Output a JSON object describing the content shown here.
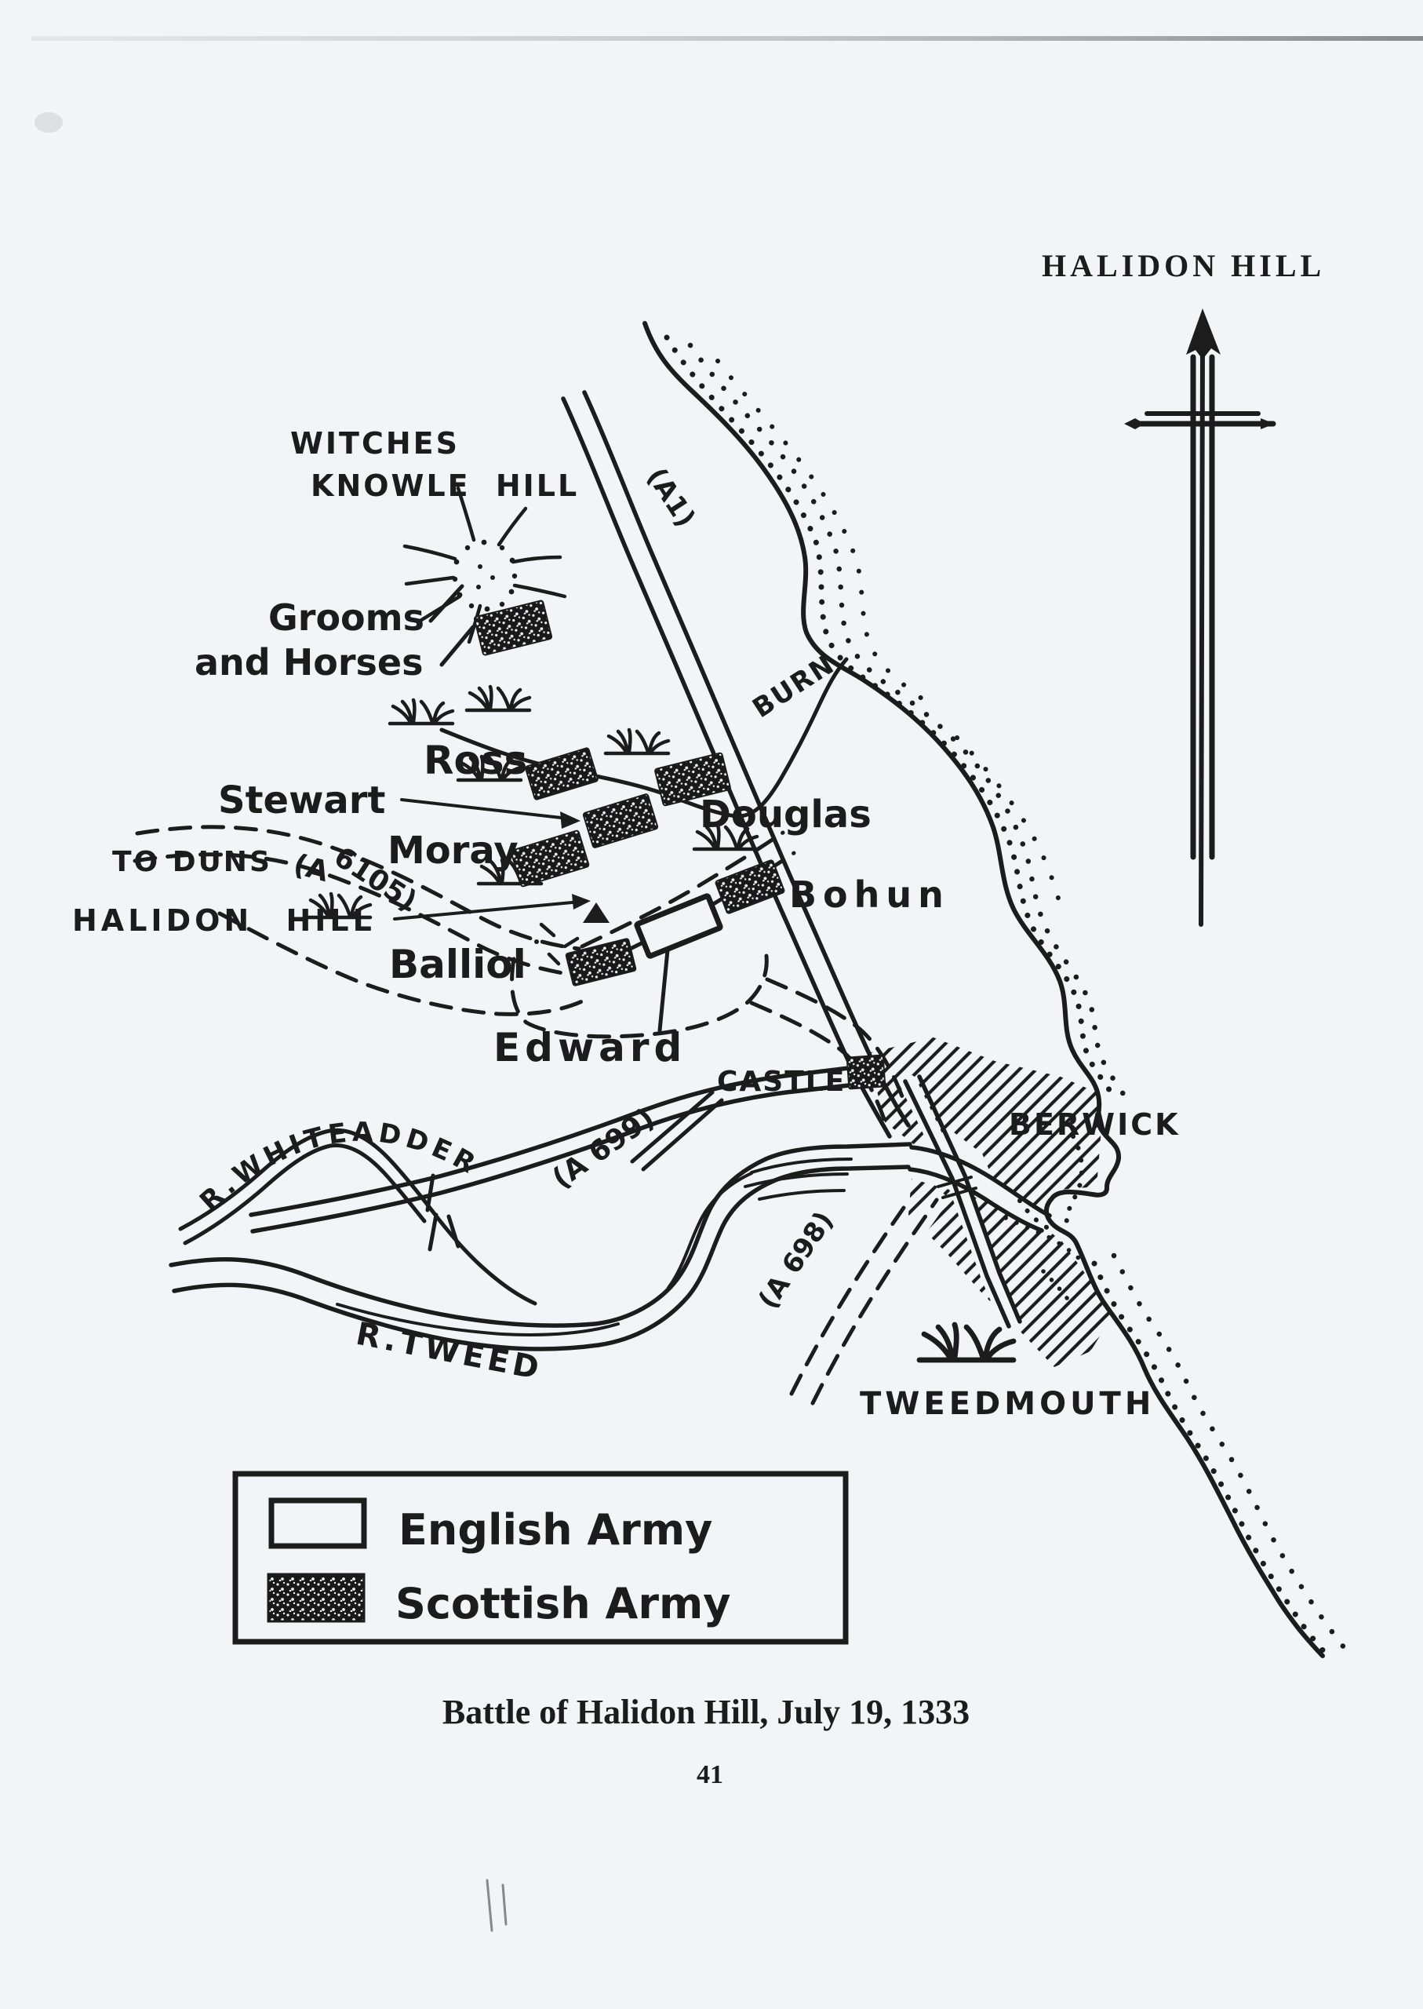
{
  "page": {
    "background": "#f3f4f7",
    "ink": "#1c1c1c",
    "caption": "Battle of Halidon Hill, July 19, 1333",
    "page_number": "41"
  },
  "map": {
    "title": "HALIDON HILL",
    "compass": "north-arrow",
    "places": {
      "witches": "WITCHES",
      "knowle_hill": "KNOWLE HILL",
      "halidon_hill": "HALIDON HILL",
      "castle": "CASTLE",
      "berwick": "BERWICK",
      "tweedmouth": "TWEEDMOUTH"
    },
    "units": {
      "grooms_line1": "Grooms",
      "grooms_line2": "and Horses",
      "ross": "Ross",
      "stewart": "Stewart",
      "moray": "Moray",
      "douglas": "Douglas",
      "bohun": "Bohun",
      "balliol": "Balliol",
      "edward": "Edward"
    },
    "roads": {
      "a1": "(A1)",
      "to_duns": "TO DUNS",
      "a6105_open": "(A",
      "a6105_rest": "6105)",
      "a699": "(A 699)",
      "a698": "(A 698)"
    },
    "water": {
      "burn": "BURN",
      "whiteadder": "R.WHITEADDER",
      "tweed": "R.TWEED"
    }
  },
  "legend": {
    "english_label": "English Army",
    "scottish_label": "Scottish Army"
  },
  "blocks": [
    {
      "label": "Grooms and Horses",
      "symbol": "scottish"
    },
    {
      "label": "Ross",
      "symbol": "scottish"
    },
    {
      "label": "Stewart",
      "symbol": "scottish"
    },
    {
      "label": "Moray",
      "symbol": "scottish"
    },
    {
      "label": "Douglas",
      "symbol": "scottish"
    },
    {
      "label": "Bohun",
      "symbol": "scottish"
    },
    {
      "label": "Balliol",
      "symbol": "scottish"
    },
    {
      "label": "Edward",
      "symbol": "english"
    },
    {
      "label": "Castle",
      "symbol": "scottish"
    }
  ]
}
